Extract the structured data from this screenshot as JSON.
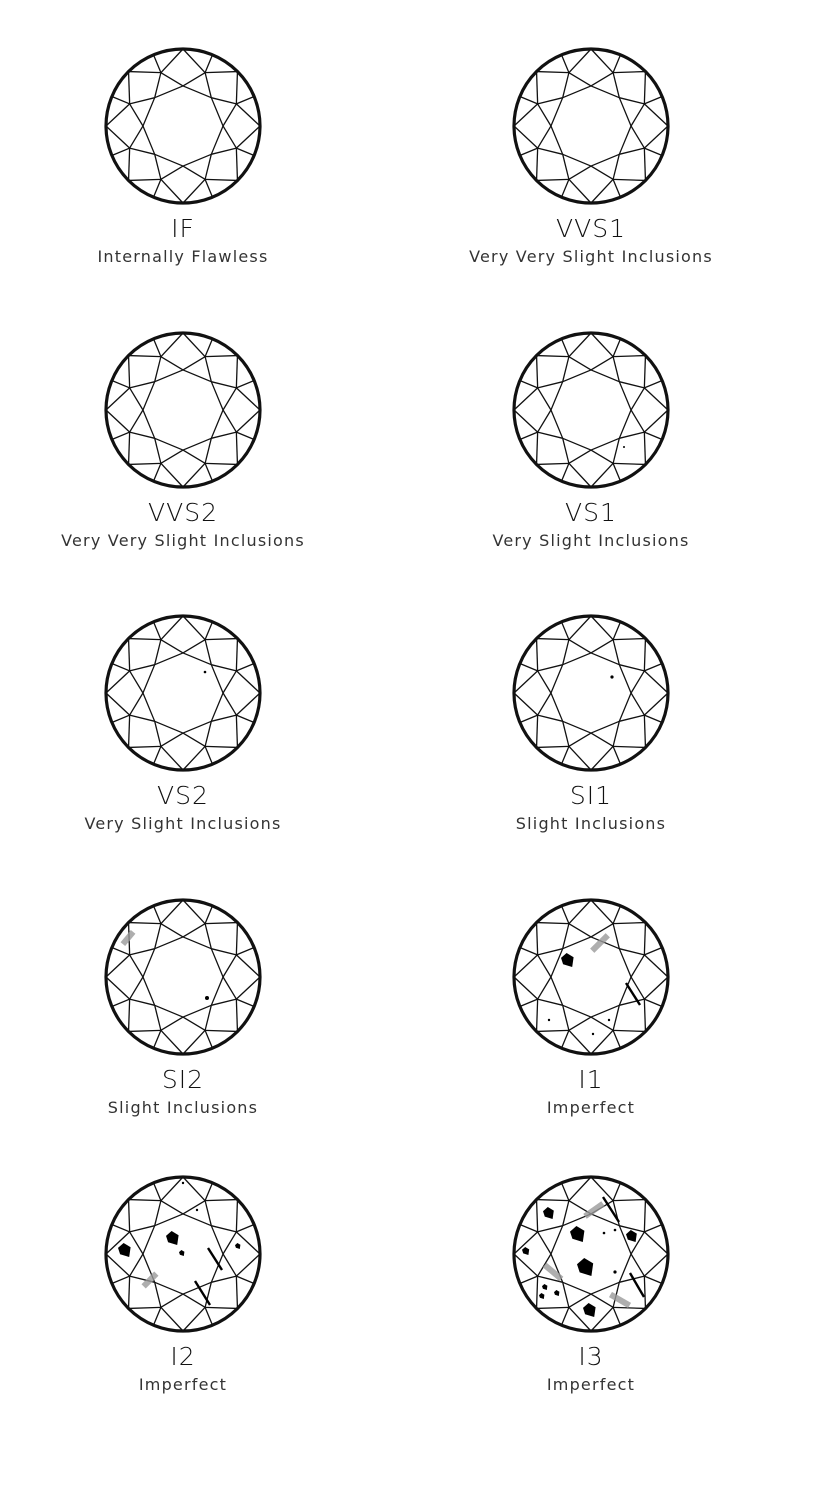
{
  "grades": [
    {
      "code": "IF",
      "description": "Internally Flawless"
    },
    {
      "code": "VVS1",
      "description": "Very Very Slight Inclusions"
    },
    {
      "code": "VVS2",
      "description": "Very Very Slight Inclusions"
    },
    {
      "code": "VS1",
      "description": "Very Slight Inclusions"
    },
    {
      "code": "VS2",
      "description": "Very Slight Inclusions"
    },
    {
      "code": "SI1",
      "description": "Slight Inclusions"
    },
    {
      "code": "SI2",
      "description": "Slight Inclusions"
    },
    {
      "code": "I1",
      "description": "Imperfect"
    },
    {
      "code": "I2",
      "description": "Imperfect"
    },
    {
      "code": "I3",
      "description": "Imperfect"
    }
  ],
  "colors": {
    "outline": "#111111",
    "inclusion": "#000000",
    "feather": "#9a9a9a",
    "text": "#333333"
  }
}
